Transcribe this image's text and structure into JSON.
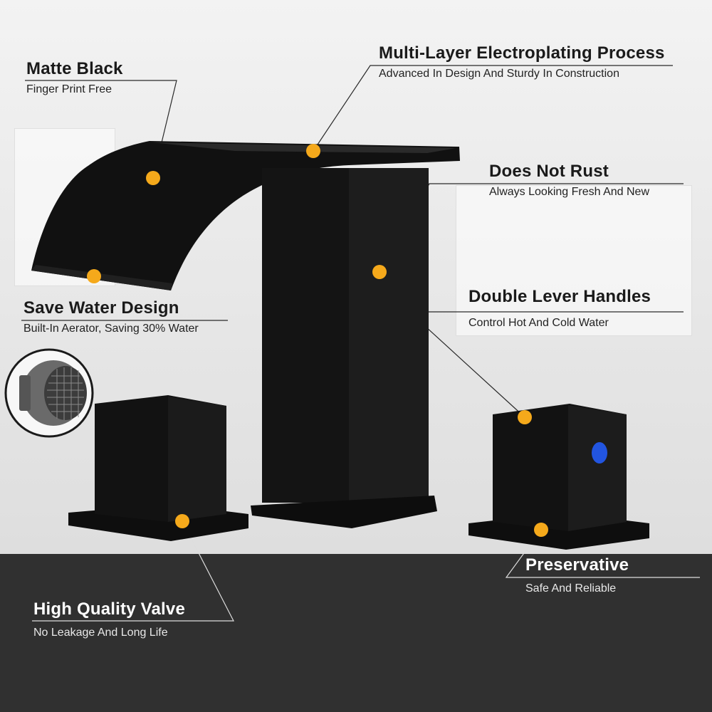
{
  "features": {
    "matte_black": {
      "title": "Matte Black",
      "subtitle": "Finger Print Free"
    },
    "electroplating": {
      "title": "Multi-Layer Electroplating Process",
      "subtitle": "Advanced In Design And Sturdy In Construction"
    },
    "no_rust": {
      "title": "Does Not Rust",
      "subtitle": "Always Looking Fresh And New"
    },
    "save_water": {
      "title": "Save Water Design",
      "subtitle": "Built-In Aerator, Saving 30% Water"
    },
    "double_lever": {
      "title": "Double Lever Handles",
      "subtitle": "Control Hot And Cold Water"
    },
    "preservative": {
      "title": "Preservative",
      "subtitle": "Safe And Reliable"
    },
    "valve": {
      "title": "High Quality Valve",
      "subtitle": "No Leakage And Long Life"
    }
  },
  "colors": {
    "marker": "#f5a91b",
    "faucet": "#111111",
    "cold_indicator": "#2255e0",
    "floor": "#303030"
  },
  "icons": {
    "aerator": "aerator-mesh-icon"
  }
}
